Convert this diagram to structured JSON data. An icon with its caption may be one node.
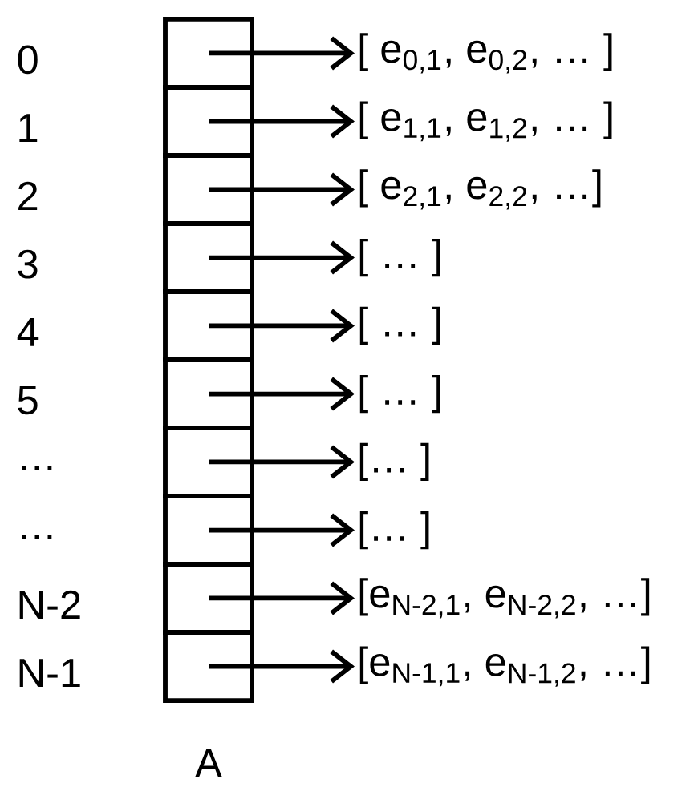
{
  "diagram": {
    "nodes": [
      {
        "text": [],
        "shape": "box"
      },
      {
        "text": [],
        "shape": "box"
      },
      {
        "text": [],
        "shape": "box"
      },
      {
        "text": [],
        "shape": "box"
      },
      {
        "text": [],
        "shape": "box"
      },
      {
        "text": [],
        "shape": "box"
      },
      {
        "text": [],
        "shape": "box"
      },
      {
        "text": [],
        "shape": "box"
      },
      {
        "text": [],
        "shape": "box"
      },
      {
        "text": [],
        "shape": "box"
      },
      {
        "text": [
          "[ e$_{0,1}$, e$_{0,2}$, … ]"
        ]
      },
      {
        "text": [
          "[ e$_{1,1}$, e$_{1,2}$, … ]"
        ]
      },
      {
        "text": [
          "[ e$_{2,1}$, e$_{2,2}$, …]"
        ]
      },
      {
        "text": [
          "[ … ]"
        ]
      },
      {
        "text": [
          "[ … ]"
        ]
      },
      {
        "text": [
          "[ … ]"
        ]
      },
      {
        "text": [
          "[… ]"
        ]
      },
      {
        "text": [
          "[… ]"
        ]
      },
      {
        "text": [
          "[e$_{N-2,1}$, e$_{N-2,2}$, …]"
        ]
      },
      {
        "text": [
          "[e$_{N-1,1}$, e$_{N-1,2}$, …]"
        ]
      }
    ],
    "edges": [
      {
        "from": 0,
        "to": 10,
        "arrow": "to"
      },
      {
        "from": 1,
        "to": 11,
        "arrow": "to"
      },
      {
        "from": 2,
        "to": 12,
        "arrow": "to"
      },
      {
        "from": 3,
        "to": 13,
        "arrow": "to"
      },
      {
        "from": 4,
        "to": 14,
        "arrow": "to"
      },
      {
        "from": 5,
        "to": 15,
        "arrow": "to"
      },
      {
        "from": 6,
        "to": 16,
        "arrow": "to"
      },
      {
        "from": 7,
        "to": 17,
        "arrow": "to"
      },
      {
        "from": 8,
        "to": 18,
        "arrow": "to"
      },
      {
        "from": 9,
        "to": 19,
        "arrow": "to"
      }
    ],
    "labels": [
      "0",
      "1",
      "2",
      "3",
      "4",
      "5",
      "…",
      "…",
      "N-2",
      "N-1",
      "A"
    ]
  }
}
